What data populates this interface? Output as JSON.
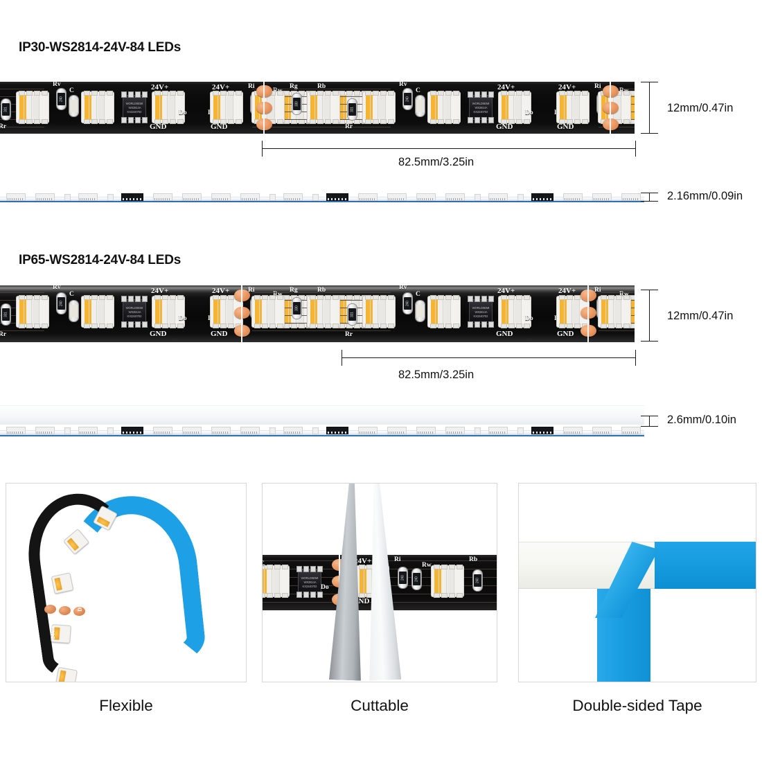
{
  "sections": [
    {
      "id": "ip30",
      "title": "IP30-WS2814-24V-84 LEDs",
      "height_label": "12mm/0.47in",
      "pitch_label": "82.5mm/3.25in",
      "thickness_label": "2.16mm/0.09in"
    },
    {
      "id": "ip65",
      "title": "IP65-WS2814-24V-84 LEDs",
      "height_label": "12mm/0.47in",
      "pitch_label": "82.5mm/3.25in",
      "thickness_label": "2.6mm/0.10in"
    }
  ],
  "pcb_labels": {
    "voltage": "24V+",
    "ground": "GND",
    "data_out": "Do",
    "data_in": "Di",
    "res_red": "Rr",
    "res_green": "Rg",
    "res_blue": "Rb",
    "res_white": "Rw",
    "res_v": "Rv",
    "res_i": "Ri",
    "cap": "C",
    "res_code_1": "330",
    "res_code_2": "331",
    "res_code_3": "240"
  },
  "ic": {
    "line1": "WORLDSEMI",
    "line2": "WS2814A",
    "line3": "KX2240702"
  },
  "features": [
    {
      "id": "flexible",
      "label": "Flexible"
    },
    {
      "id": "cuttable",
      "label": "Cuttable"
    },
    {
      "id": "tape",
      "label": "Double-sided Tape"
    }
  ],
  "colors": {
    "pcb_black": "#0a0a0a",
    "pad_copper": "#e8945f",
    "led_white": "#f2f1ee",
    "led_amber": "#f6b433",
    "tape_blue": "#1ea0e6",
    "dim_line": "#1a1a1a",
    "panel_border": "#d7d7d7"
  }
}
